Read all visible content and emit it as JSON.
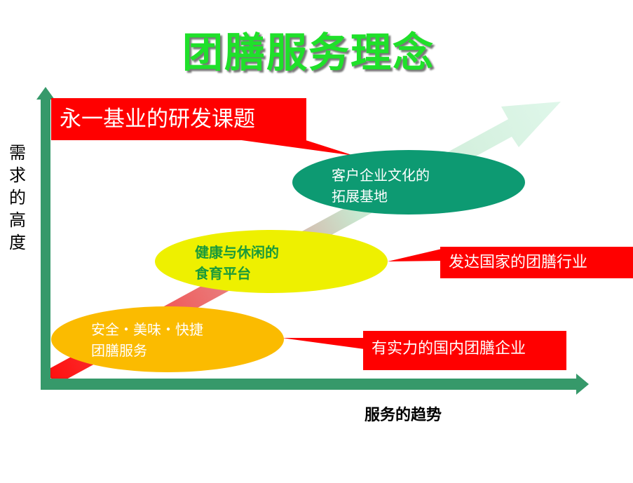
{
  "title": "团膳服务理念",
  "axes": {
    "y_label": "需求的高度",
    "x_label": "服务的趋势"
  },
  "stages": [
    {
      "lines": [
        "安全・美味・快捷",
        "团膳服务"
      ],
      "color": "#fbbb00",
      "callout": "有实力的国内团膳企业"
    },
    {
      "lines": [
        "健康与休闲的",
        "食育平台"
      ],
      "color": "#eef000",
      "callout": "发达国家的团膳行业"
    },
    {
      "lines": [
        "客户企业文化的",
        "拓展基地"
      ],
      "color": "#0d9a72",
      "callout": "永一基业的研发课题"
    }
  ],
  "colors": {
    "axis": "#36996a",
    "callout": "#ff0000",
    "title": "#1fe02a"
  }
}
